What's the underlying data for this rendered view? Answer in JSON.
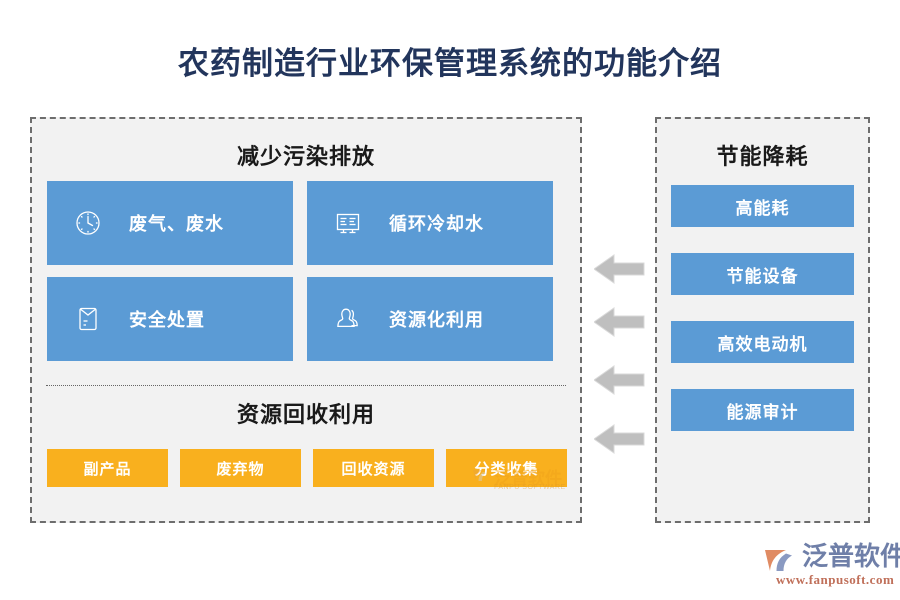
{
  "page": {
    "title": "农药制造行业环保管理系统的功能介绍"
  },
  "colors": {
    "title_text": "#22355c",
    "panel_bg": "#f2f2f2",
    "panel_border": "#6d6d6d",
    "card_blue": "#5b9bd5",
    "chip_orange": "#f9b01e",
    "arrow_gray": "#bfbfbf",
    "heading_text": "#1a1a1a"
  },
  "left_panel": {
    "top_section": {
      "heading": "减少污染排放",
      "cards": [
        {
          "label": "废气、废水",
          "icon": "clock-icon"
        },
        {
          "label": "循环冷却水",
          "icon": "board-icon"
        },
        {
          "label": "安全处置",
          "icon": "envelope-icon"
        },
        {
          "label": "资源化利用",
          "icon": "users-icon"
        }
      ]
    },
    "bottom_section": {
      "heading": "资源回收利用",
      "chips": [
        {
          "label": "副产品"
        },
        {
          "label": "废弃物"
        },
        {
          "label": "回收资源"
        },
        {
          "label": "分类收集"
        }
      ]
    }
  },
  "right_panel": {
    "heading": "节能降耗",
    "items": [
      {
        "label": "高能耗"
      },
      {
        "label": "节能设备"
      },
      {
        "label": "高效电动机"
      },
      {
        "label": "能源审计"
      }
    ]
  },
  "arrows": [
    {
      "direction": "left"
    },
    {
      "direction": "left"
    },
    {
      "direction": "left"
    },
    {
      "direction": "left"
    }
  ],
  "watermark": {
    "name": "泛普软件",
    "subtitle": "FANPU SOFTWARE"
  },
  "brand": {
    "name": "泛普软件",
    "url": "www.fanpusoft.com"
  }
}
